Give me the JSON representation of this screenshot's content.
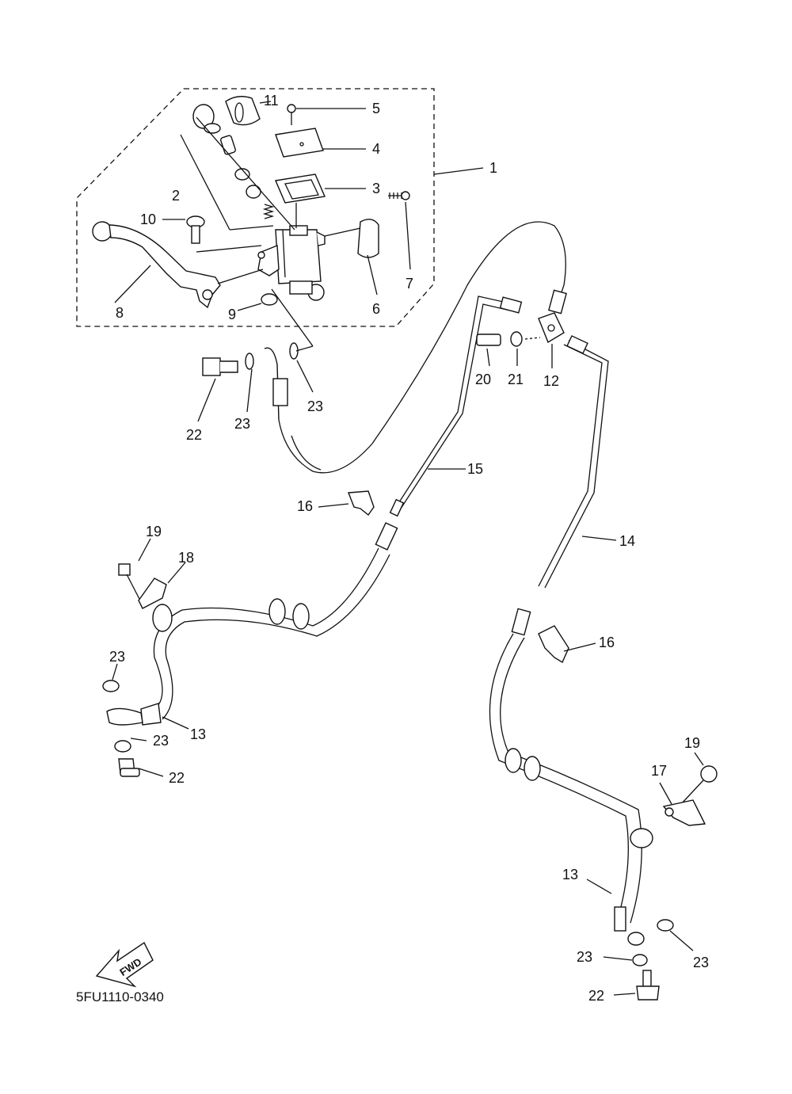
{
  "diagram": {
    "drawing_code": "5FU1110-0340",
    "fwd_label": "FWD",
    "callouts": [
      {
        "id": "c1",
        "text": "1"
      },
      {
        "id": "c2",
        "text": "2"
      },
      {
        "id": "c3",
        "text": "3"
      },
      {
        "id": "c4",
        "text": "4"
      },
      {
        "id": "c5",
        "text": "5"
      },
      {
        "id": "c6",
        "text": "6"
      },
      {
        "id": "c7",
        "text": "7"
      },
      {
        "id": "c8",
        "text": "8"
      },
      {
        "id": "c9",
        "text": "9"
      },
      {
        "id": "c10",
        "text": "10"
      },
      {
        "id": "c11",
        "text": "11"
      },
      {
        "id": "c12",
        "text": "12"
      },
      {
        "id": "c13a",
        "text": "13"
      },
      {
        "id": "c13b",
        "text": "13"
      },
      {
        "id": "c14",
        "text": "14"
      },
      {
        "id": "c15",
        "text": "15"
      },
      {
        "id": "c16a",
        "text": "16"
      },
      {
        "id": "c16b",
        "text": "16"
      },
      {
        "id": "c17",
        "text": "17"
      },
      {
        "id": "c18",
        "text": "18"
      },
      {
        "id": "c19a",
        "text": "19"
      },
      {
        "id": "c19b",
        "text": "19"
      },
      {
        "id": "c20",
        "text": "20"
      },
      {
        "id": "c21",
        "text": "21"
      },
      {
        "id": "c22a",
        "text": "22"
      },
      {
        "id": "c22b",
        "text": "22"
      },
      {
        "id": "c22c",
        "text": "22"
      },
      {
        "id": "c23a",
        "text": "23"
      },
      {
        "id": "c23b",
        "text": "23"
      },
      {
        "id": "c23c",
        "text": "23"
      },
      {
        "id": "c23d",
        "text": "23"
      },
      {
        "id": "c23e",
        "text": "23"
      },
      {
        "id": "c23f",
        "text": "23"
      }
    ]
  }
}
